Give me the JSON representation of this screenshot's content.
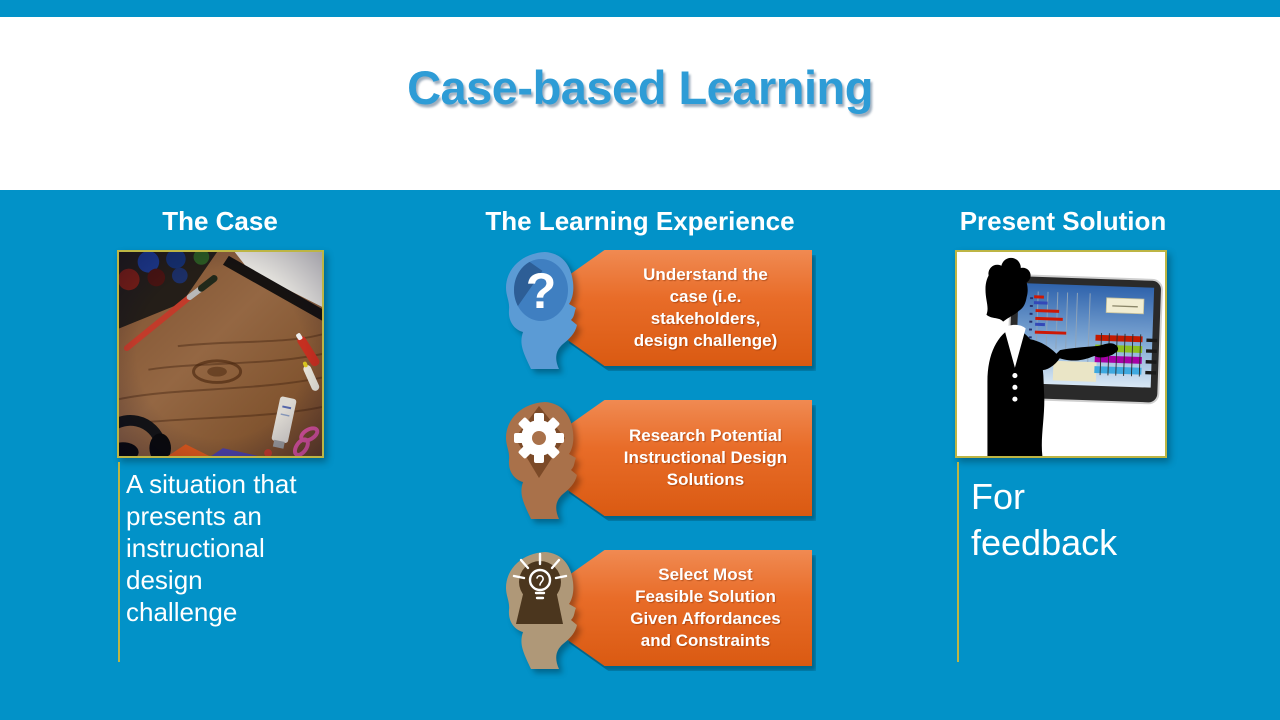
{
  "slide": {
    "title": "Case-based Learning"
  },
  "columns": {
    "case": {
      "header": "The Case",
      "caption": "A situation that presents an instructional design challenge",
      "image": "desk-with-art-supplies-photo"
    },
    "learning": {
      "header": "The Learning Experience",
      "steps": [
        {
          "icon": "question-mark-head-icon",
          "label": "Understand the case (i.e. stakeholders, design challenge)"
        },
        {
          "icon": "gear-head-icon",
          "label": "Research Potential Instructional Design Solutions"
        },
        {
          "icon": "lightbulb-head-icon",
          "label": "Select Most Feasible Solution Given Affordances and Constraints"
        }
      ]
    },
    "present": {
      "header": "Present Solution",
      "caption": "For feedback",
      "image": "presenter-at-screen-graphic"
    }
  },
  "colors": {
    "background": "#0292C8",
    "title_text": "#2E9CD6",
    "banner_orange_top": "#F08A52",
    "banner_orange_bottom": "#DA5A12",
    "accent_olive": "#BDB544",
    "step1_head_blue": "#5B9BD5",
    "step2_head_brown": "#A9714A",
    "step3_head_tan": "#AF9878",
    "text_white": "#FFFFFF"
  }
}
